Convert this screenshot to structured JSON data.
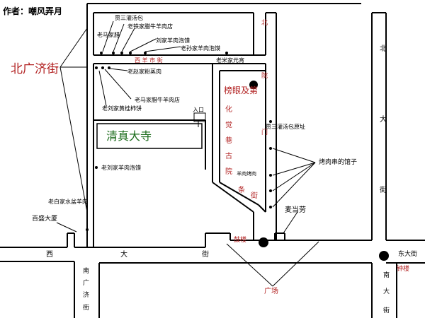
{
  "author": "作者：嘲风弄月",
  "streets": {
    "beiguangji": "北广济街",
    "xiyangshi": "西 羊 市 街",
    "huajue": "化 觉 巷",
    "guyuan": "古 院",
    "beiyuanmen": "北 院 门",
    "beidajie": "北 大 街",
    "xidajie": "西 大 街",
    "dongdajie": "东大街",
    "nanguangji": "南 广 济 街",
    "nandajie": "南 大 街",
    "hua_label": "化",
    "jue_label": "觉",
    "xiang_label": "巷",
    "gu_label": "古",
    "yuan_label": "院",
    "tiao": "条",
    "ju": "街"
  },
  "landmarks": {
    "mosque": "清真大寺",
    "entrance": "入口",
    "bangyan": "榜眼及第",
    "drum_tower": "鼓楼",
    "bell_tower": "钟楼",
    "square": "广场",
    "mcdonalds": "麦当劳",
    "baisheng": "百盛大厦"
  },
  "shops": {
    "jiasan": "贾三灌汤包",
    "laoma_niurou": "老马家腊",
    "laotie": "老铁家腊牛羊肉店",
    "liujia_paomo": "刘家羊肉泡馍",
    "laosun": "老孙家羊肉泡馍",
    "laomi": "老米家元宵",
    "laozhao": "老赵家粉蒸肉",
    "laoma_lamian": "老马家腊牛羊肉店",
    "laoliu_hongshi": "老刘家黄桂柿饼",
    "laoliu_paomo": "老刘家羊肉泡馍",
    "laobai": "老白家水盆羊肉",
    "jiasan_origin": "贾三灌汤包原址",
    "kaorou": "烤肉串的馆子",
    "yangrou_kaorou": "羊肉烤肉"
  },
  "colors": {
    "road_line": "#000000",
    "red_text": "#b22222",
    "green_text": "#1a6b1a",
    "black_text": "#000000"
  }
}
